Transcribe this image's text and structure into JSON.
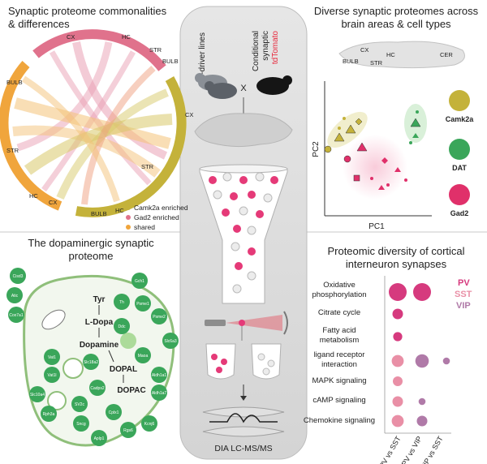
{
  "panels": {
    "top_left": {
      "title_line1": "Synaptic proteome commonalities",
      "title_line2": "& differences",
      "chord_labels": [
        "CX",
        "HC",
        "STR",
        "BULB",
        "CX",
        "STR",
        "BULB",
        "HC",
        "CX",
        "HC",
        "STR",
        "BULB"
      ],
      "legend": [
        {
          "label": "Camk2a enriched",
          "color": "#c4b23a"
        },
        {
          "label": "Gad2 enriched",
          "color": "#e0728c"
        },
        {
          "label": "shared",
          "color": "#f0a53c"
        }
      ]
    },
    "center": {
      "cre_label_1": "Cre-driver lines",
      "cross_symbol": "X",
      "conditional_1": "Conditional",
      "conditional_2": "synaptic",
      "conditional_3": "tdTomato",
      "method_label": "DIA LC-MS/MS"
    },
    "top_right": {
      "title_line1": "Diverse synaptic proteomes across",
      "title_line2": "brain areas & cell types",
      "brain_labels": [
        "CX",
        "HC",
        "BULB",
        "STR",
        "CER"
      ],
      "x_axis_label": "PC1",
      "y_axis_label": "PC2",
      "cell_types": [
        {
          "label": "Camk2a",
          "color": "#c4b23a"
        },
        {
          "label": "DAT",
          "color": "#3aa65a"
        },
        {
          "label": "Gad2",
          "color": "#e0306a"
        }
      ]
    },
    "bottom_left": {
      "title_line1": "The dopaminergic synaptic",
      "title_line2": "proteome",
      "pathway": [
        "Tyr",
        "L-Dopa",
        "Dopamine",
        "DOPAL",
        "DOPAC"
      ],
      "proteins": [
        "Cisd3",
        "Atic",
        "Cox7a1",
        "Gch1",
        "Th",
        "Psme1",
        "Psme2",
        "Ddc",
        "Slc6a3",
        "Maoa",
        "Aldh1a1",
        "Aldh1a7",
        "Vat1",
        "Vat1l",
        "Slc18a2",
        "Slc10a4",
        "Rph3a",
        "Cadps2",
        "SV2c",
        "Sncg",
        "Aplp1",
        "Cplx1",
        "Rgs6",
        "Kcnj6"
      ]
    },
    "bottom_right": {
      "title_line1": "Proteomic diversity of cortical",
      "title_line2": "interneuron synapses",
      "legend": [
        {
          "label": "PV",
          "color": "#d63a7e"
        },
        {
          "label": "SST",
          "color": "#e98fa6"
        },
        {
          "label": "VIP",
          "color": "#b07aa8"
        }
      ],
      "pathways": [
        [
          "Oxidative",
          "phosphorylation"
        ],
        [
          "Citrate cycle"
        ],
        [
          "Fatty acid",
          "metabolism"
        ],
        [
          "ligand receptor",
          "interaction"
        ],
        [
          "MAPK signaling"
        ],
        [
          "cAMP signaling"
        ],
        [
          "Chemokine signaling"
        ]
      ],
      "comparisons": [
        "PV vs SST",
        "PV vs VIP",
        "VIP vs SST"
      ]
    }
  },
  "chart_data": {
    "type": "scatter",
    "title": "Proteomic diversity of cortical interneuron synapses",
    "categories_x": [
      "PV vs SST",
      "PV vs VIP",
      "VIP vs SST"
    ],
    "categories_y": [
      "Oxidative phosphorylation",
      "Citrate cycle",
      "Fatty acid metabolism",
      "ligand receptor interaction",
      "MAPK signaling",
      "cAMP signaling",
      "Chemokine signaling"
    ],
    "series": [
      {
        "x": "PV vs SST",
        "y": "Oxidative phosphorylation",
        "size": 1.0,
        "color": "#d63a7e"
      },
      {
        "x": "PV vs VIP",
        "y": "Oxidative phosphorylation",
        "size": 1.0,
        "color": "#d63a7e"
      },
      {
        "x": "PV vs SST",
        "y": "Citrate cycle",
        "size": 0.5,
        "color": "#d63a7e"
      },
      {
        "x": "PV vs SST",
        "y": "Fatty acid metabolism",
        "size": 0.4,
        "color": "#d63a7e"
      },
      {
        "x": "PV vs SST",
        "y": "ligand receptor interaction",
        "size": 0.6,
        "color": "#e98fa6"
      },
      {
        "x": "PV vs VIP",
        "y": "ligand receptor interaction",
        "size": 0.7,
        "color": "#b07aa8"
      },
      {
        "x": "VIP vs SST",
        "y": "ligand receptor interaction",
        "size": 0.25,
        "color": "#b07aa8"
      },
      {
        "x": "PV vs SST",
        "y": "MAPK signaling",
        "size": 0.45,
        "color": "#e98fa6"
      },
      {
        "x": "PV vs SST",
        "y": "cAMP signaling",
        "size": 0.5,
        "color": "#e98fa6"
      },
      {
        "x": "PV vs VIP",
        "y": "cAMP signaling",
        "size": 0.25,
        "color": "#b07aa8"
      },
      {
        "x": "PV vs SST",
        "y": "Chemokine signaling",
        "size": 0.6,
        "color": "#e98fa6"
      },
      {
        "x": "PV vs VIP",
        "y": "Chemokine signaling",
        "size": 0.5,
        "color": "#b07aa8"
      }
    ]
  }
}
